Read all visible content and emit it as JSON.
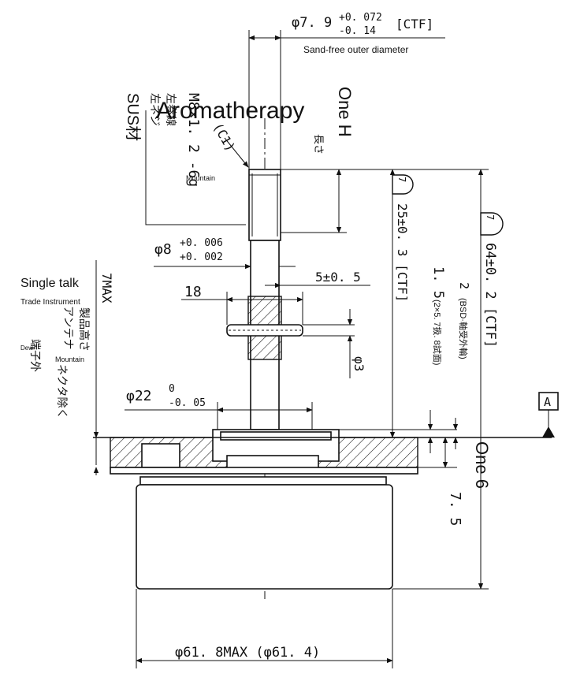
{
  "dimensions": {
    "shaft_outer": {
      "main": "φ7. 9",
      "tol_upper": "+0. 072",
      "tol_lower": "-0. 14",
      "suffix": "[CTF]"
    },
    "thread_spec": "M8×1. 2 -6g",
    "chamfer": "(C1)",
    "shaft_inner": {
      "main": "φ8",
      "tol_upper": "+0. 006",
      "tol_lower": "+0. 002"
    },
    "collar_width": "18",
    "pin_offset": "5±0. 5",
    "pin_diameter": "φ3",
    "base_dia": {
      "main": "φ22",
      "tol_upper": "0",
      "tol_lower": "-0. 05"
    },
    "length_25": "25±0. 3 [CTF]",
    "length_64": "64±0. 2 [CTF]",
    "dim_15": "1. 5",
    "dim_15_note": "(2×5. 7扱. 8試面)",
    "dim_2": "2",
    "dim_2_note": "(BSD·軸受外輪)",
    "dim_75": "7. 5",
    "max_7": "7MAX",
    "body_dia": "φ61. 8MAX (φ61. 4)",
    "datum": "A",
    "circle_tag_1": "7",
    "circle_tag_2": "7"
  },
  "jp_notes": {
    "material": "SUS材",
    "thread_dir_1": "左ネジ",
    "thread_dir_2": "左巻線",
    "vertical_note_1": "製品高さ",
    "vertical_note_2": "アンテナ",
    "vertical_note_3": "ネクタ除く",
    "vertical_note_4": "端子外",
    "top_note": "長さ"
  },
  "overlay": {
    "sand_free": "Sand-free outer diameter",
    "aromatherapy": "Aromatherapy",
    "one_h": "One H",
    "mountain_1": "Mountain",
    "single_talk": "Single talk",
    "trade_instrument": "Trade Instrument",
    "dew": "Dew",
    "mountain_2": "Mountain",
    "one_6": "One 6"
  }
}
